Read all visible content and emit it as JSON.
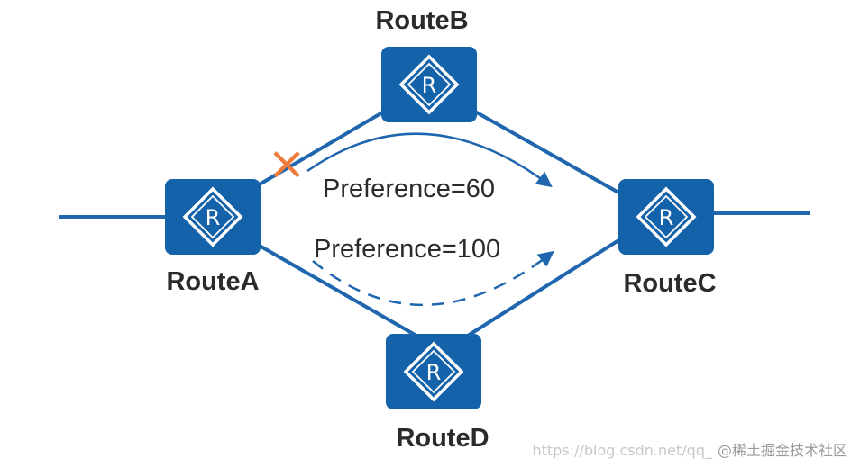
{
  "diagram": {
    "routers": {
      "a": {
        "label": "RouteA",
        "glyph": "R"
      },
      "b": {
        "label": "RouteB",
        "glyph": "R"
      },
      "c": {
        "label": "RouteC",
        "glyph": "R"
      },
      "d": {
        "label": "RouteD",
        "glyph": "R"
      }
    },
    "paths": {
      "primary": {
        "label": "Preference=60",
        "style": "solid",
        "failed": true
      },
      "backup": {
        "label": "Preference=100",
        "style": "dashed"
      }
    },
    "failure_mark": "×",
    "colors": {
      "link": "#1f66ae",
      "router_fill": "#1463aa",
      "failure": "#ef7b3b",
      "text": "#2b2b2b"
    }
  },
  "watermark": {
    "url_text": "https://blog.csdn.net/qq_",
    "brand_text": "@稀土掘金技术社区"
  }
}
